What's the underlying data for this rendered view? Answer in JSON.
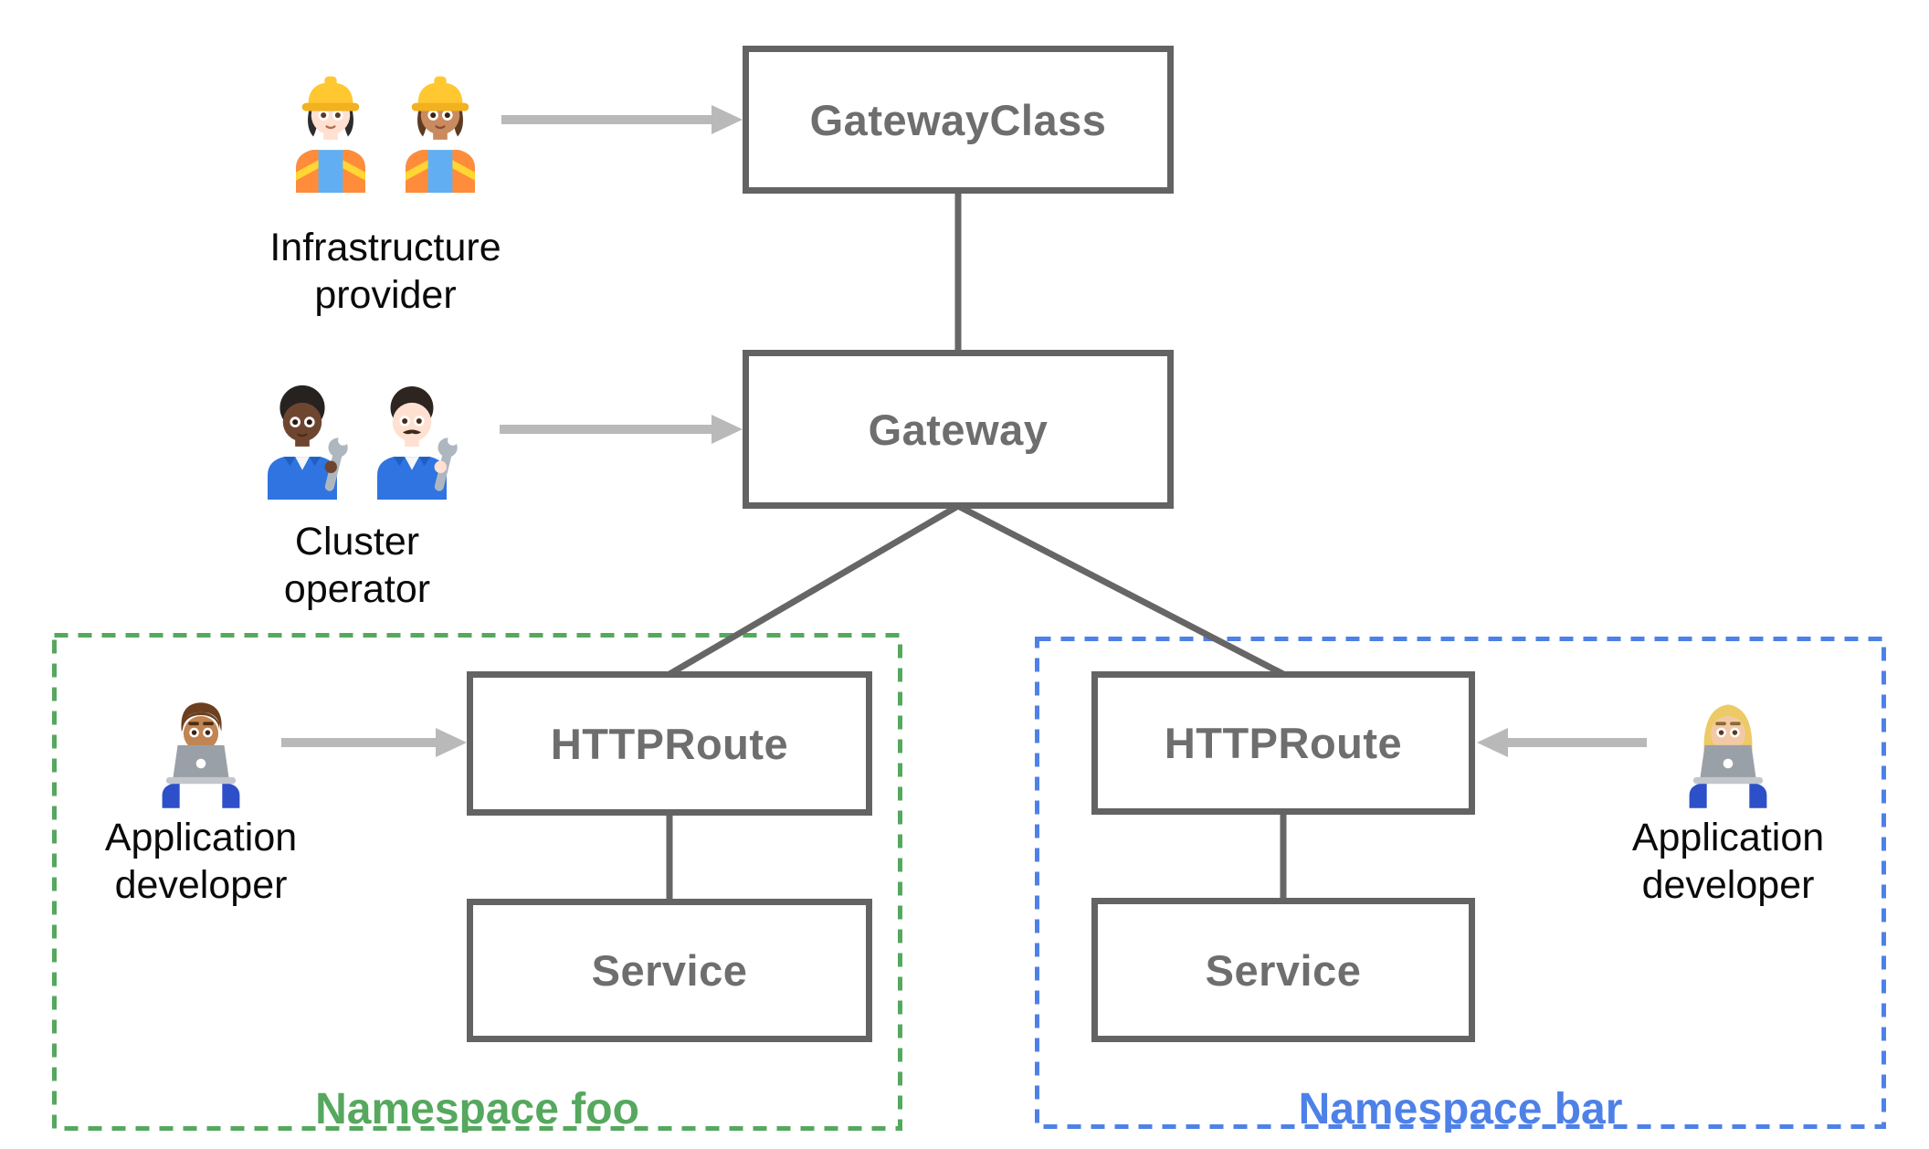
{
  "boxes": {
    "gateway_class": "GatewayClass",
    "gateway": "Gateway",
    "httproute_foo": "HTTPRoute",
    "service_foo": "Service",
    "httproute_bar": "HTTPRoute",
    "service_bar": "Service"
  },
  "personas": {
    "infrastructure_provider": {
      "label": "Infrastructure\nprovider",
      "icons": [
        "woman-construction-worker-light",
        "woman-construction-worker-medium"
      ]
    },
    "cluster_operator": {
      "label": "Cluster\noperator",
      "icons": [
        "mechanic-dark-skin",
        "man-mechanic-light"
      ]
    },
    "application_developer_foo": {
      "label": "Application\ndeveloper",
      "icons": [
        "man-technologist-medium"
      ]
    },
    "application_developer_bar": {
      "label": "Application\ndeveloper",
      "icons": [
        "woman-technologist-blond"
      ]
    }
  },
  "namespaces": {
    "foo": {
      "label": "Namespace foo",
      "color": "#55a85e"
    },
    "bar": {
      "label": "Namespace bar",
      "color": "#4e81e8"
    }
  },
  "colors": {
    "box_border": "#636363",
    "box_text": "#6e6e6e",
    "connector": "#666666",
    "arrow": "#b9b9b9",
    "persona_text": "#0a0a0a"
  }
}
